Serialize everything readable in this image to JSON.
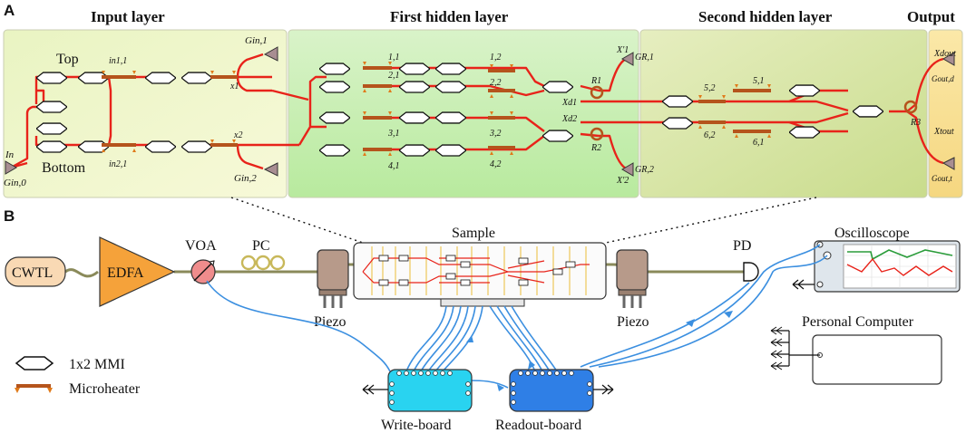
{
  "panel_a": {
    "letter": "A",
    "layers": {
      "input": "Input layer",
      "hidden1": "First hidden layer",
      "hidden2": "Second hidden layer",
      "output": "Output"
    },
    "labels": {
      "top": "Top",
      "bottom": "Bottom",
      "in": "In",
      "g_in0": "Gin,0",
      "g_in1": "Gin,1",
      "g_in2": "Gin,2",
      "in11": "in1,1",
      "in21": "in2,1",
      "x1": "x1",
      "x2": "x2",
      "h11": "1,1",
      "h21": "2,1",
      "h31": "3,1",
      "h41": "4,1",
      "h12": "1,2",
      "h22": "2,2",
      "h32": "3,2",
      "h42": "4,2",
      "r1": "R1",
      "r2": "R2",
      "r3": "R3",
      "x1p": "X′1",
      "x1d": "Xd1",
      "x2d": "Xd2",
      "x2p": "X′2",
      "g_r1": "GR,1",
      "g_r2": "GR,2",
      "h52": "5,2",
      "h62": "6,2",
      "h51": "5,1",
      "h61": "6,1",
      "xout_d": "Xdout",
      "g_out_d": "Gout,d",
      "xout_t": "Xtout",
      "g_out_t": "Gout,t"
    }
  },
  "panel_b": {
    "letter": "B",
    "labels": {
      "cwtl": "CWTL",
      "edfa": "EDFA",
      "voa": "VOA",
      "pc": "PC",
      "sample": "Sample",
      "piezo_left": "Piezo",
      "piezo_right": "Piezo",
      "pd": "PD",
      "oscilloscope": "Oscilloscope",
      "personal_computer": "Personal Computer",
      "write_board": "Write-board",
      "readout_board": "Readout-board"
    },
    "legend": {
      "mmi": "1x2 MMI",
      "heater": "Microheater"
    }
  },
  "colors": {
    "waveguide": "#e8231a",
    "heater": "#b5541c",
    "cable": "#3b8fe0",
    "edfa": "#f5a23a",
    "cwtl": "#f9d9b4",
    "write_board": "#29d3f0",
    "readout_board": "#2f7fe6",
    "fiber": "#8a8a5a"
  }
}
